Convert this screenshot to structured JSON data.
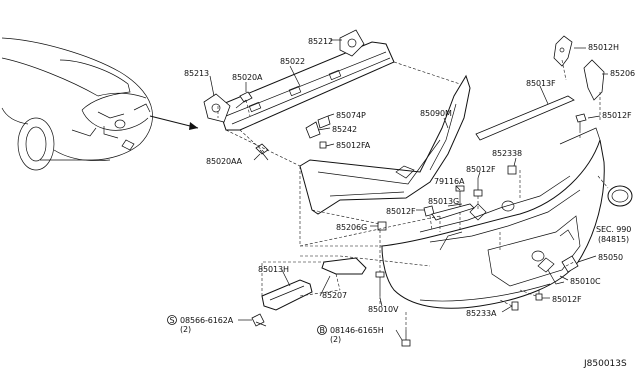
{
  "diagram_id": "J850013S",
  "parts": {
    "p85212": "85212",
    "p85213": "85213",
    "p85020A": "85020A",
    "p85022": "85022",
    "p85074P": "85074P",
    "p85242": "85242",
    "p85012FA": "85012FA",
    "p85020AA": "85020AA",
    "p85090M": "85090M",
    "p85013F": "85013F",
    "p85012H": "85012H",
    "p85206": "85206",
    "p85012F_top": "85012F",
    "p852338": "852338",
    "p85012F_mid": "85012F",
    "p79116A": "79116A",
    "p85013G": "85013G",
    "p85012F_left": "85012F",
    "p85206G": "85206G",
    "p85013H": "85013H",
    "p85207": "85207",
    "p85010V": "85010V",
    "p85233A": "85233A",
    "p85012F_bot": "85012F",
    "p85010C": "85010C",
    "p85050": "85050",
    "sec_ref": "SEC. 990",
    "sec_sub": "(84815)",
    "bolt1_num": "08566-6162A",
    "bolt1_qty": "(2)",
    "bolt2_num": "08146-6165H",
    "bolt2_qty": "(2)",
    "circ_s": "S",
    "circ_b": "B"
  }
}
